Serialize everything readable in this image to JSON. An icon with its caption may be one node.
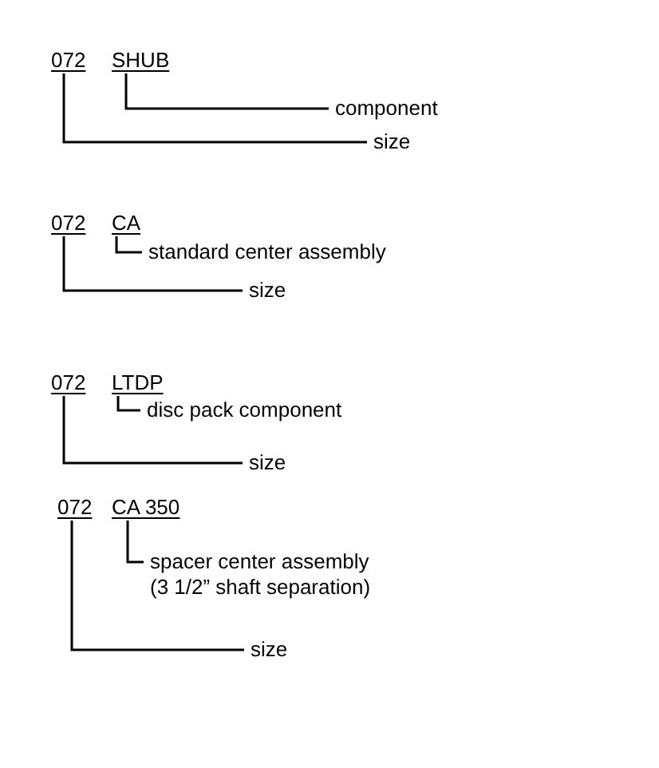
{
  "diagram": {
    "nodes": [
      {
        "text": [
          "072"
        ]
      },
      {
        "text": [
          "SHUB"
        ]
      },
      {
        "text": [
          "component"
        ]
      },
      {
        "text": [
          "size"
        ]
      },
      {
        "text": [
          "072"
        ]
      },
      {
        "text": [
          "CA"
        ]
      },
      {
        "text": [
          "standard center assembly"
        ]
      },
      {
        "text": [
          "size"
        ]
      },
      {
        "text": [
          "072"
        ]
      },
      {
        "text": [
          "LTDP"
        ]
      },
      {
        "text": [
          "disc pack component"
        ]
      },
      {
        "text": [
          "size"
        ]
      },
      {
        "text": [
          "072"
        ]
      },
      {
        "text": [
          "CA 350"
        ]
      },
      {
        "text": [
          "spacer center assembly (3 1/2” shaft separation)"
        ]
      },
      {
        "text": [
          "size"
        ]
      }
    ],
    "edges": [
      {
        "from": 1,
        "to": 2,
        "arrow": "none"
      },
      {
        "from": 0,
        "to": 3,
        "arrow": "none"
      },
      {
        "from": 5,
        "to": 6,
        "arrow": "none"
      },
      {
        "from": 4,
        "to": 7,
        "arrow": "none"
      },
      {
        "from": 9,
        "to": 10,
        "arrow": "none"
      },
      {
        "from": 8,
        "to": 11,
        "arrow": "none"
      },
      {
        "from": 13,
        "to": 14,
        "arrow": "none"
      },
      {
        "from": 12,
        "to": 15,
        "arrow": "none"
      }
    ]
  }
}
